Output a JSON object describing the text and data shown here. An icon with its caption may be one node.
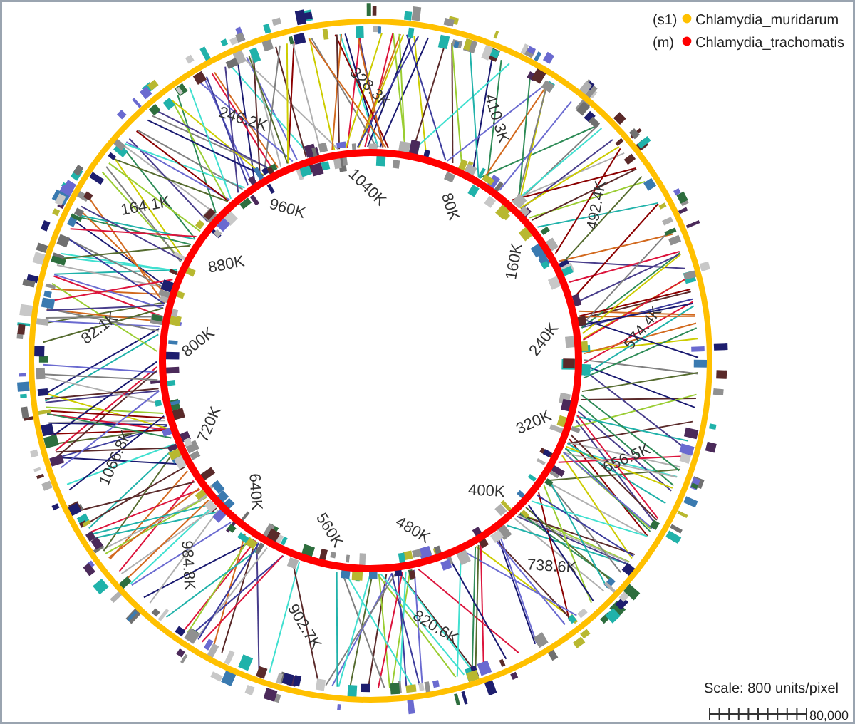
{
  "diagram": {
    "labels": [
      "(s1)",
      "(m)",
      "82.1K",
      "164.1K",
      "246.2K",
      "328.3K",
      "410.3K",
      "492.4K",
      "574.4K",
      "656.5K",
      "738.6K",
      "820.6K",
      "902.7K",
      "984.8K",
      "1066.8K",
      "80K",
      "160K",
      "240K",
      "320K",
      "400K",
      "480K",
      "560K",
      "640K",
      "720K",
      "800K",
      "880K",
      "960K",
      "1040K",
      "Scale: 800 units/pixel",
      "80,000"
    ],
    "legend": [
      {
        "text": "Chlamydia_muridarum",
        "color": "#ffc000"
      },
      {
        "text": "Chlamydia_trachomatis",
        "color": "#ff0000"
      }
    ]
  }
}
